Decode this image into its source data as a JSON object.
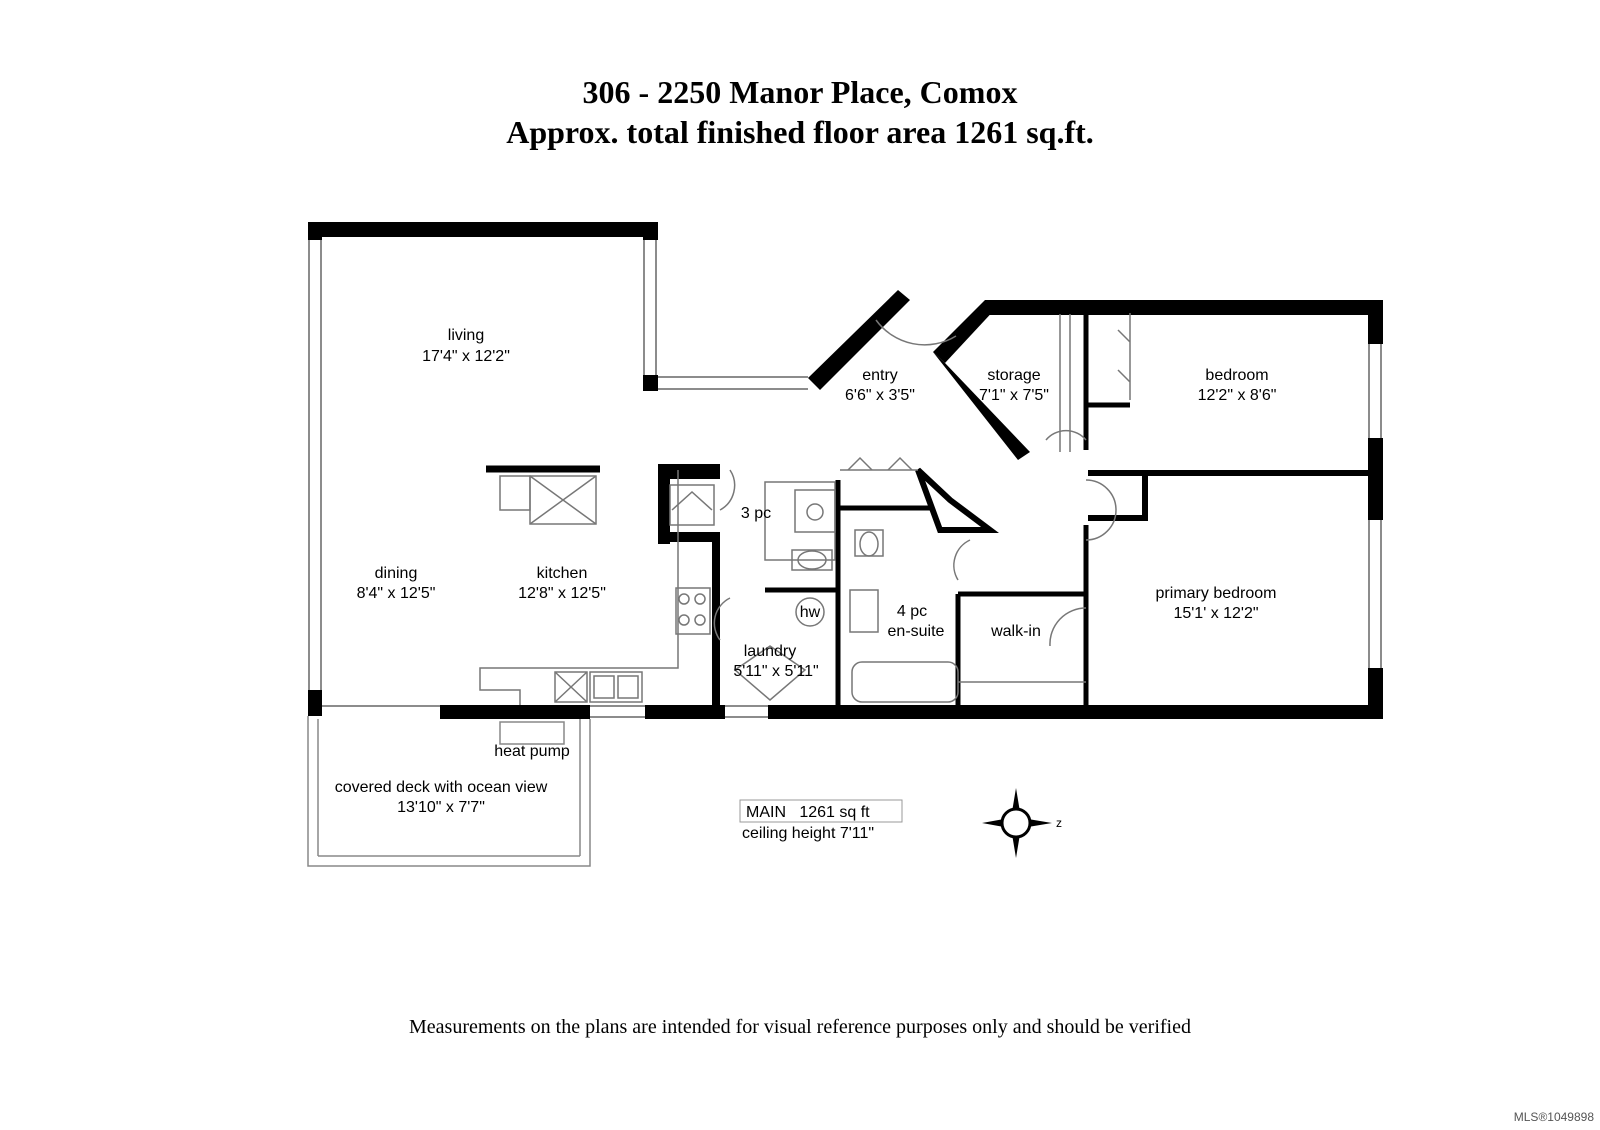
{
  "header": {
    "address": "306 - 2250 Manor Place, Comox",
    "area_line": "Approx. total finished floor area 1261 sq.ft."
  },
  "rooms": {
    "living": {
      "name": "living",
      "dims": "17'4\" x 12'2\""
    },
    "entry": {
      "name": "entry",
      "dims": "6'6\" x 3'5\""
    },
    "storage": {
      "name": "storage",
      "dims": "7'1\" x 7'5\""
    },
    "bedroom": {
      "name": "bedroom",
      "dims": "12'2\" x 8'6\""
    },
    "three_pc": {
      "name": "3 pc"
    },
    "dining": {
      "name": "dining",
      "dims": "8'4\" x 12'5\""
    },
    "kitchen": {
      "name": "kitchen",
      "dims": "12'8\" x 12'5\""
    },
    "hw": {
      "name": "hw"
    },
    "ensuite": {
      "name": "4 pc",
      "name2": "en-suite"
    },
    "walkin": {
      "name": "walk-in"
    },
    "primary": {
      "name": "primary bedroom",
      "dims": "15'1' x 12'2\""
    },
    "laundry": {
      "name": "laundry",
      "dims": "5'11\" x 5'11\""
    },
    "heat_pump": {
      "name": "heat pump"
    },
    "deck": {
      "name": "covered deck with ocean view",
      "dims": "13'10\" x 7'7\""
    }
  },
  "legend": {
    "line1": "MAIN   1261 sq ft",
    "line2": "ceiling height 7'11\""
  },
  "compass": {
    "letter": "z"
  },
  "footer": {
    "disclaimer": "Measurements on the plans are intended for visual reference purposes only and should be verified",
    "mls": "MLS®1049898"
  }
}
